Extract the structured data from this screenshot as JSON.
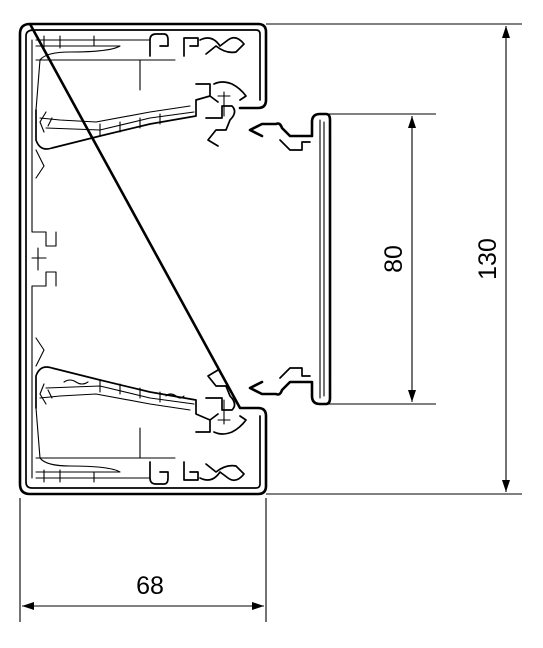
{
  "drawing": {
    "dimensions": {
      "width": "68",
      "inner_height": "80",
      "total_height": "130"
    }
  }
}
